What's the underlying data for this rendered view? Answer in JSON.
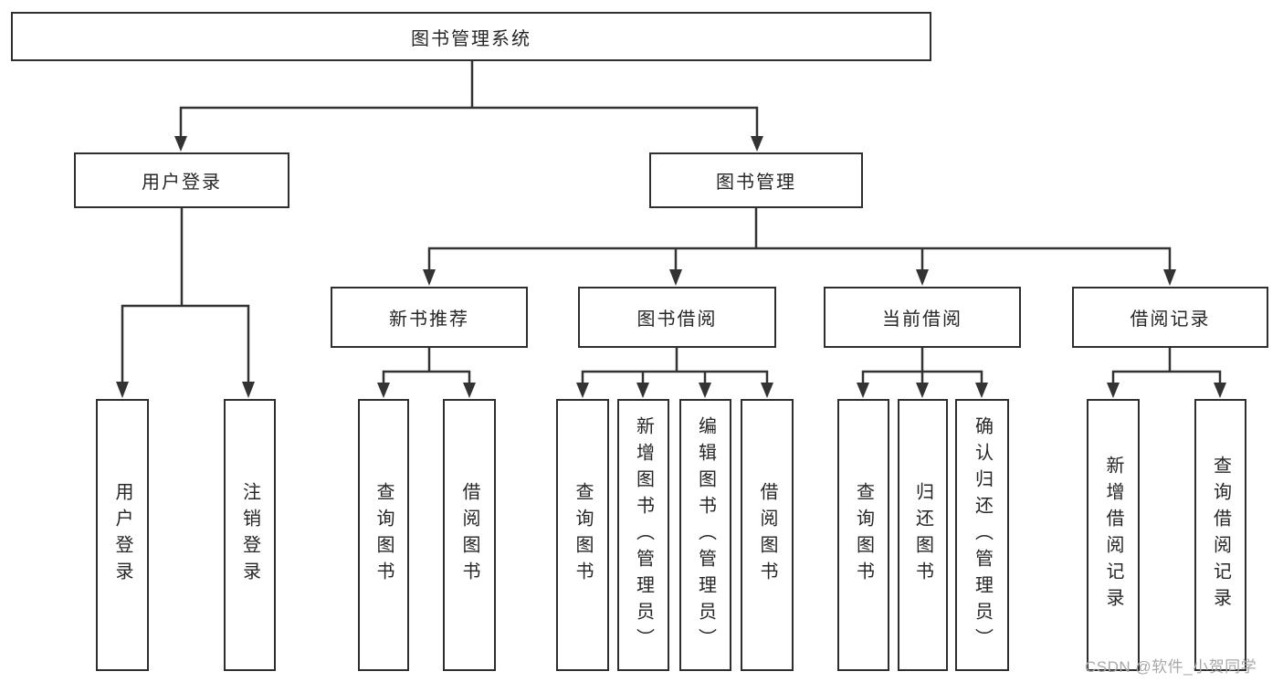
{
  "tree": {
    "label": "图书管理系统",
    "children": [
      {
        "label": "用户登录",
        "children": [
          {
            "label": "用户登录"
          },
          {
            "label": "注销登录"
          }
        ]
      },
      {
        "label": "图书管理",
        "children": [
          {
            "label": "新书推荐",
            "children": [
              {
                "label": "查询图书"
              },
              {
                "label": "借阅图书"
              }
            ]
          },
          {
            "label": "图书借阅",
            "children": [
              {
                "label": "查询图书"
              },
              {
                "label": "新增图书（管理员）"
              },
              {
                "label": "编辑图书（管理员）"
              },
              {
                "label": "借阅图书"
              }
            ]
          },
          {
            "label": "当前借阅",
            "children": [
              {
                "label": "查询图书"
              },
              {
                "label": "归还图书"
              },
              {
                "label": "确认归还（管理员）"
              }
            ]
          },
          {
            "label": "借阅记录",
            "children": [
              {
                "label": "新增借阅记录"
              },
              {
                "label": "查询借阅记录"
              }
            ]
          }
        ]
      }
    ]
  },
  "watermark": {
    "text": "CSDN @软件_小贺同学"
  },
  "colors": {
    "line": "#333333",
    "box_border": "#2f2f2f",
    "text": "#262626",
    "watermark": "#a8a8a8",
    "background": "#ffffff"
  }
}
